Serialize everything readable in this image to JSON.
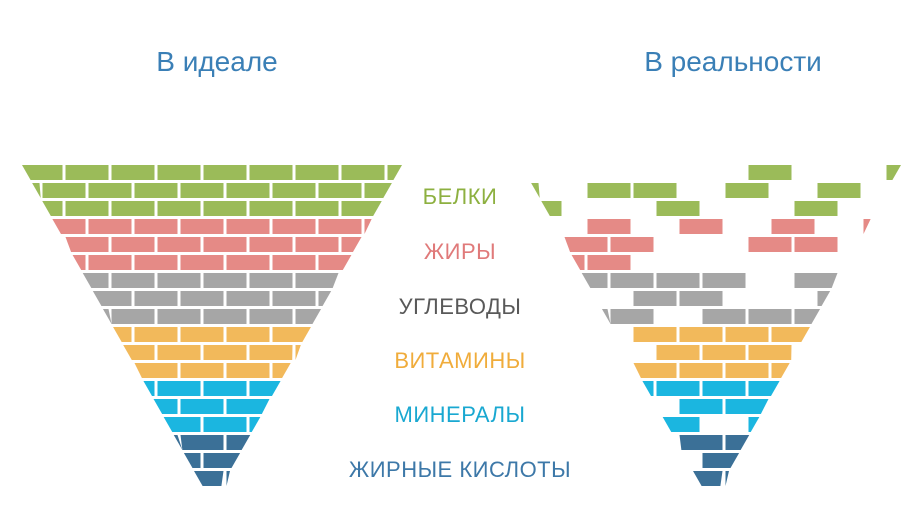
{
  "titles": {
    "ideal": "В идеале",
    "reality": "В реальности"
  },
  "layers": [
    {
      "label": "БЕЛКИ",
      "color": "#9bbb59"
    },
    {
      "label": "ЖИРЫ",
      "color": "#e58a86"
    },
    {
      "label": "УГЛЕВОДЫ",
      "color": "#a6a6a6"
    },
    {
      "label": "ВИТАМИНЫ",
      "color": "#f2b95b"
    },
    {
      "label": "МИНЕРАЛЫ",
      "color": "#1bb6e0"
    },
    {
      "label": "ЖИРНЫЕ КИСЛОТЫ",
      "color": "#3b7097"
    }
  ],
  "label_colors": [
    "#8db040",
    "#e07a7a",
    "#595959",
    "#f0ac3b",
    "#19a8d1",
    "#3d78a8"
  ]
}
